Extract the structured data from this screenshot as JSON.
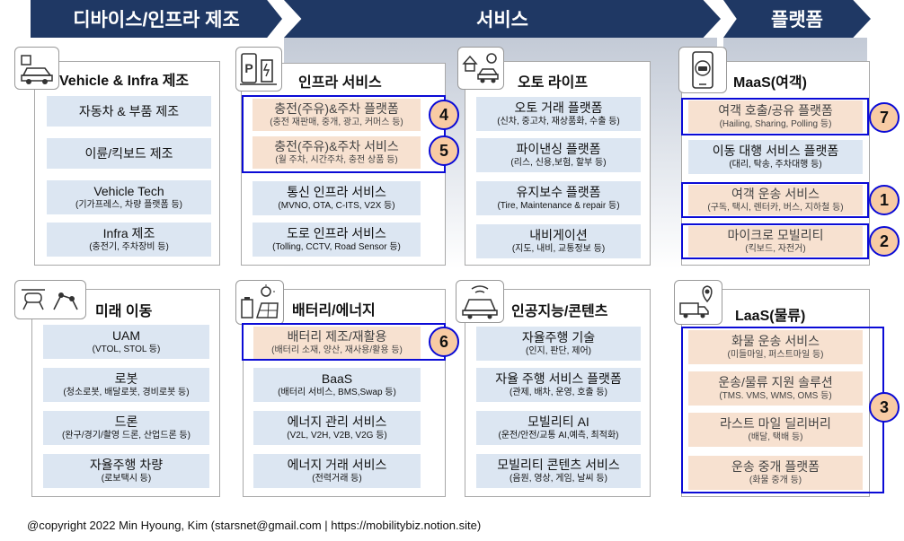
{
  "headers": {
    "manufacturing": "디바이스/인프라 제조",
    "service": "서비스",
    "platform": "플랫폼"
  },
  "panels": {
    "vehicle_infra": {
      "title": "Vehicle & Infra 제조",
      "items": [
        {
          "main": "자동차 & 부품 제조",
          "sub": ""
        },
        {
          "main": "이륜/킥보드 제조",
          "sub": ""
        },
        {
          "main": "Vehicle Tech",
          "sub": "(기가프레스, 차량 플랫폼 등)"
        },
        {
          "main": "Infra 제조",
          "sub": "(충전기, 주차장비 등)"
        }
      ]
    },
    "future_mobility": {
      "title": "미래 이동",
      "items": [
        {
          "main": "UAM",
          "sub": "(VTOL, STOL 등)"
        },
        {
          "main": "로봇",
          "sub": "(청소로봇, 배달로봇, 경비로봇 등)"
        },
        {
          "main": "드론",
          "sub": "(완구/경기/촬영 드론, 산업드론 등)"
        },
        {
          "main": "자율주행 차량",
          "sub": "(로보택시 등)"
        }
      ]
    },
    "infra_service": {
      "title": "인프라 서비스",
      "items": [
        {
          "main": "충전(주유)&주차 플랫폼",
          "sub": "(충전 재판매, 중개, 광고, 커머스 등)"
        },
        {
          "main": "충전(주유)&주차 서비스",
          "sub": "(월 주차, 시간주차, 충전 상품 등)"
        },
        {
          "main": "통신 인프라 서비스",
          "sub": "(MVNO, OTA, C-ITS, V2X 등)"
        },
        {
          "main": "도로 인프라 서비스",
          "sub": "(Tolling, CCTV, Road Sensor 등)"
        }
      ]
    },
    "auto_life": {
      "title": "오토 라이프",
      "items": [
        {
          "main": "오토 거래 플랫폼",
          "sub": "(신차, 중고차, 재상품화, 수출 등)"
        },
        {
          "main": "파이낸싱 플랫폼",
          "sub": "(리스, 신용,보험, 할부 등)"
        },
        {
          "main": "유지보수 플랫폼",
          "sub": "(Tire, Maintenance & repair 등)"
        },
        {
          "main": "내비게이션",
          "sub": "(지도, 내비, 교통정보 등)"
        }
      ]
    },
    "battery_energy": {
      "title": "배터리/에너지",
      "items": [
        {
          "main": "배터리 제조/재활용",
          "sub": "(배터리 소재, 양산, 재사용/활용 등)"
        },
        {
          "main": "BaaS",
          "sub": "(배터리 서비스, BMS,Swap 등)"
        },
        {
          "main": "에너지 관리 서비스",
          "sub": "(V2L, V2H, V2B, V2G 등)"
        },
        {
          "main": "에너지 거래 서비스",
          "sub": "(전력거래 등)"
        }
      ]
    },
    "ai_content": {
      "title": "인공지능/콘텐츠",
      "items": [
        {
          "main": "자율주행 기술",
          "sub": "(인지, 판단, 제어)"
        },
        {
          "main": "자율 주행 서비스 플랫폼",
          "sub": "(관제, 배차, 운영, 호출 등)"
        },
        {
          "main": "모빌리티 AI",
          "sub": "(운전/안전/교통 AI,예측, 최적화)"
        },
        {
          "main": "모빌리티 콘텐츠 서비스",
          "sub": "(음원, 영상, 게임, 날씨 등)"
        }
      ]
    },
    "maas": {
      "title": "MaaS(여객)",
      "items": [
        {
          "main": "여객 호출/공유 플랫폼",
          "sub": "(Hailing, Sharing, Polling 등)"
        },
        {
          "main": "이동 대행 서비스 플랫폼",
          "sub": "(대리, 탁송, 주차대행 등)"
        },
        {
          "main": "여객 운송 서비스",
          "sub": "(구독, 택시, 렌터카, 버스, 지하철 등)"
        },
        {
          "main": "마이크로 모빌리티",
          "sub": "(킥보드, 자전거)"
        }
      ]
    },
    "laas": {
      "title": "LaaS(물류)",
      "items": [
        {
          "main": "화물 운송 서비스",
          "sub": "(미들마일, 퍼스트마일 등)"
        },
        {
          "main": "운송/물류 지원 솔루션",
          "sub": "(TMS. VMS, WMS, OMS 등)"
        },
        {
          "main": "라스트 마일 딜리버리",
          "sub": "(배달, 택배 등)"
        },
        {
          "main": "운송 중개 플랫폼",
          "sub": "(화물 중개 등)"
        }
      ]
    }
  },
  "badges": [
    "4",
    "5",
    "6",
    "7",
    "1",
    "2",
    "3"
  ],
  "footer": "@copyright 2022 Min Hyoung, Kim (starsnet@gmail.com | https://mobilitybiz.notion.site)",
  "colors": {
    "header": "#1f3864",
    "item": "#dce6f2",
    "highlight_item": "#f7e1d0",
    "highlight_border": "#0b0bd6",
    "badge": "#f8cba4"
  }
}
